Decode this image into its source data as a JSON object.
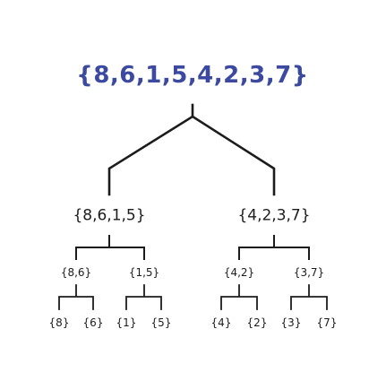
{
  "root": {
    "label": "{8,6,1,5,4,2,3,7}",
    "color": "#3b4aa0"
  },
  "left": {
    "label": "{8,6,1,5}",
    "left": {
      "label": "{8,6}",
      "left": {
        "label": "{8}"
      },
      "right": {
        "label": "{6}"
      }
    },
    "right": {
      "label": "{1,5}",
      "left": {
        "label": "{1}"
      },
      "right": {
        "label": "{5}"
      }
    }
  },
  "right": {
    "label": "{4,2,3,7}",
    "left": {
      "label": "{4,2}",
      "left": {
        "label": "{4}"
      },
      "right": {
        "label": "{2}"
      }
    },
    "right": {
      "label": "{3,7}",
      "left": {
        "label": "{3}"
      },
      "right": {
        "label": "{7}"
      }
    }
  },
  "edge_color": "#1c1c1c"
}
